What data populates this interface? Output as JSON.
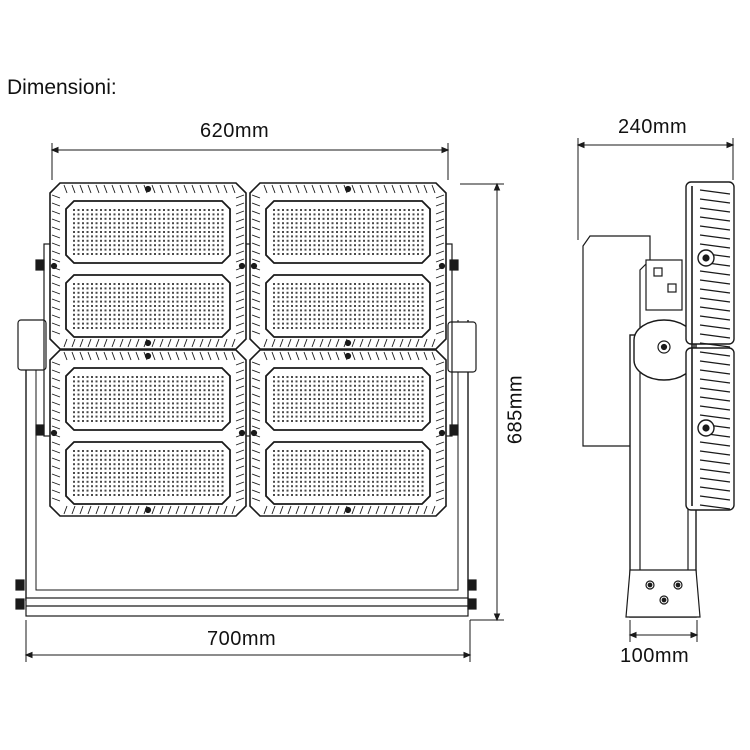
{
  "heading": "Dimensioni:",
  "dimensions": {
    "width": "620mm",
    "height": "685mm",
    "base_width": "700mm",
    "depth": "240mm",
    "mount_width": "100mm"
  },
  "colors": {
    "stroke": "#1a1a1a",
    "panel_fill": "#ffffff",
    "led_dot": "#4a4a4a",
    "housing_shade": "#cfcfcf"
  }
}
